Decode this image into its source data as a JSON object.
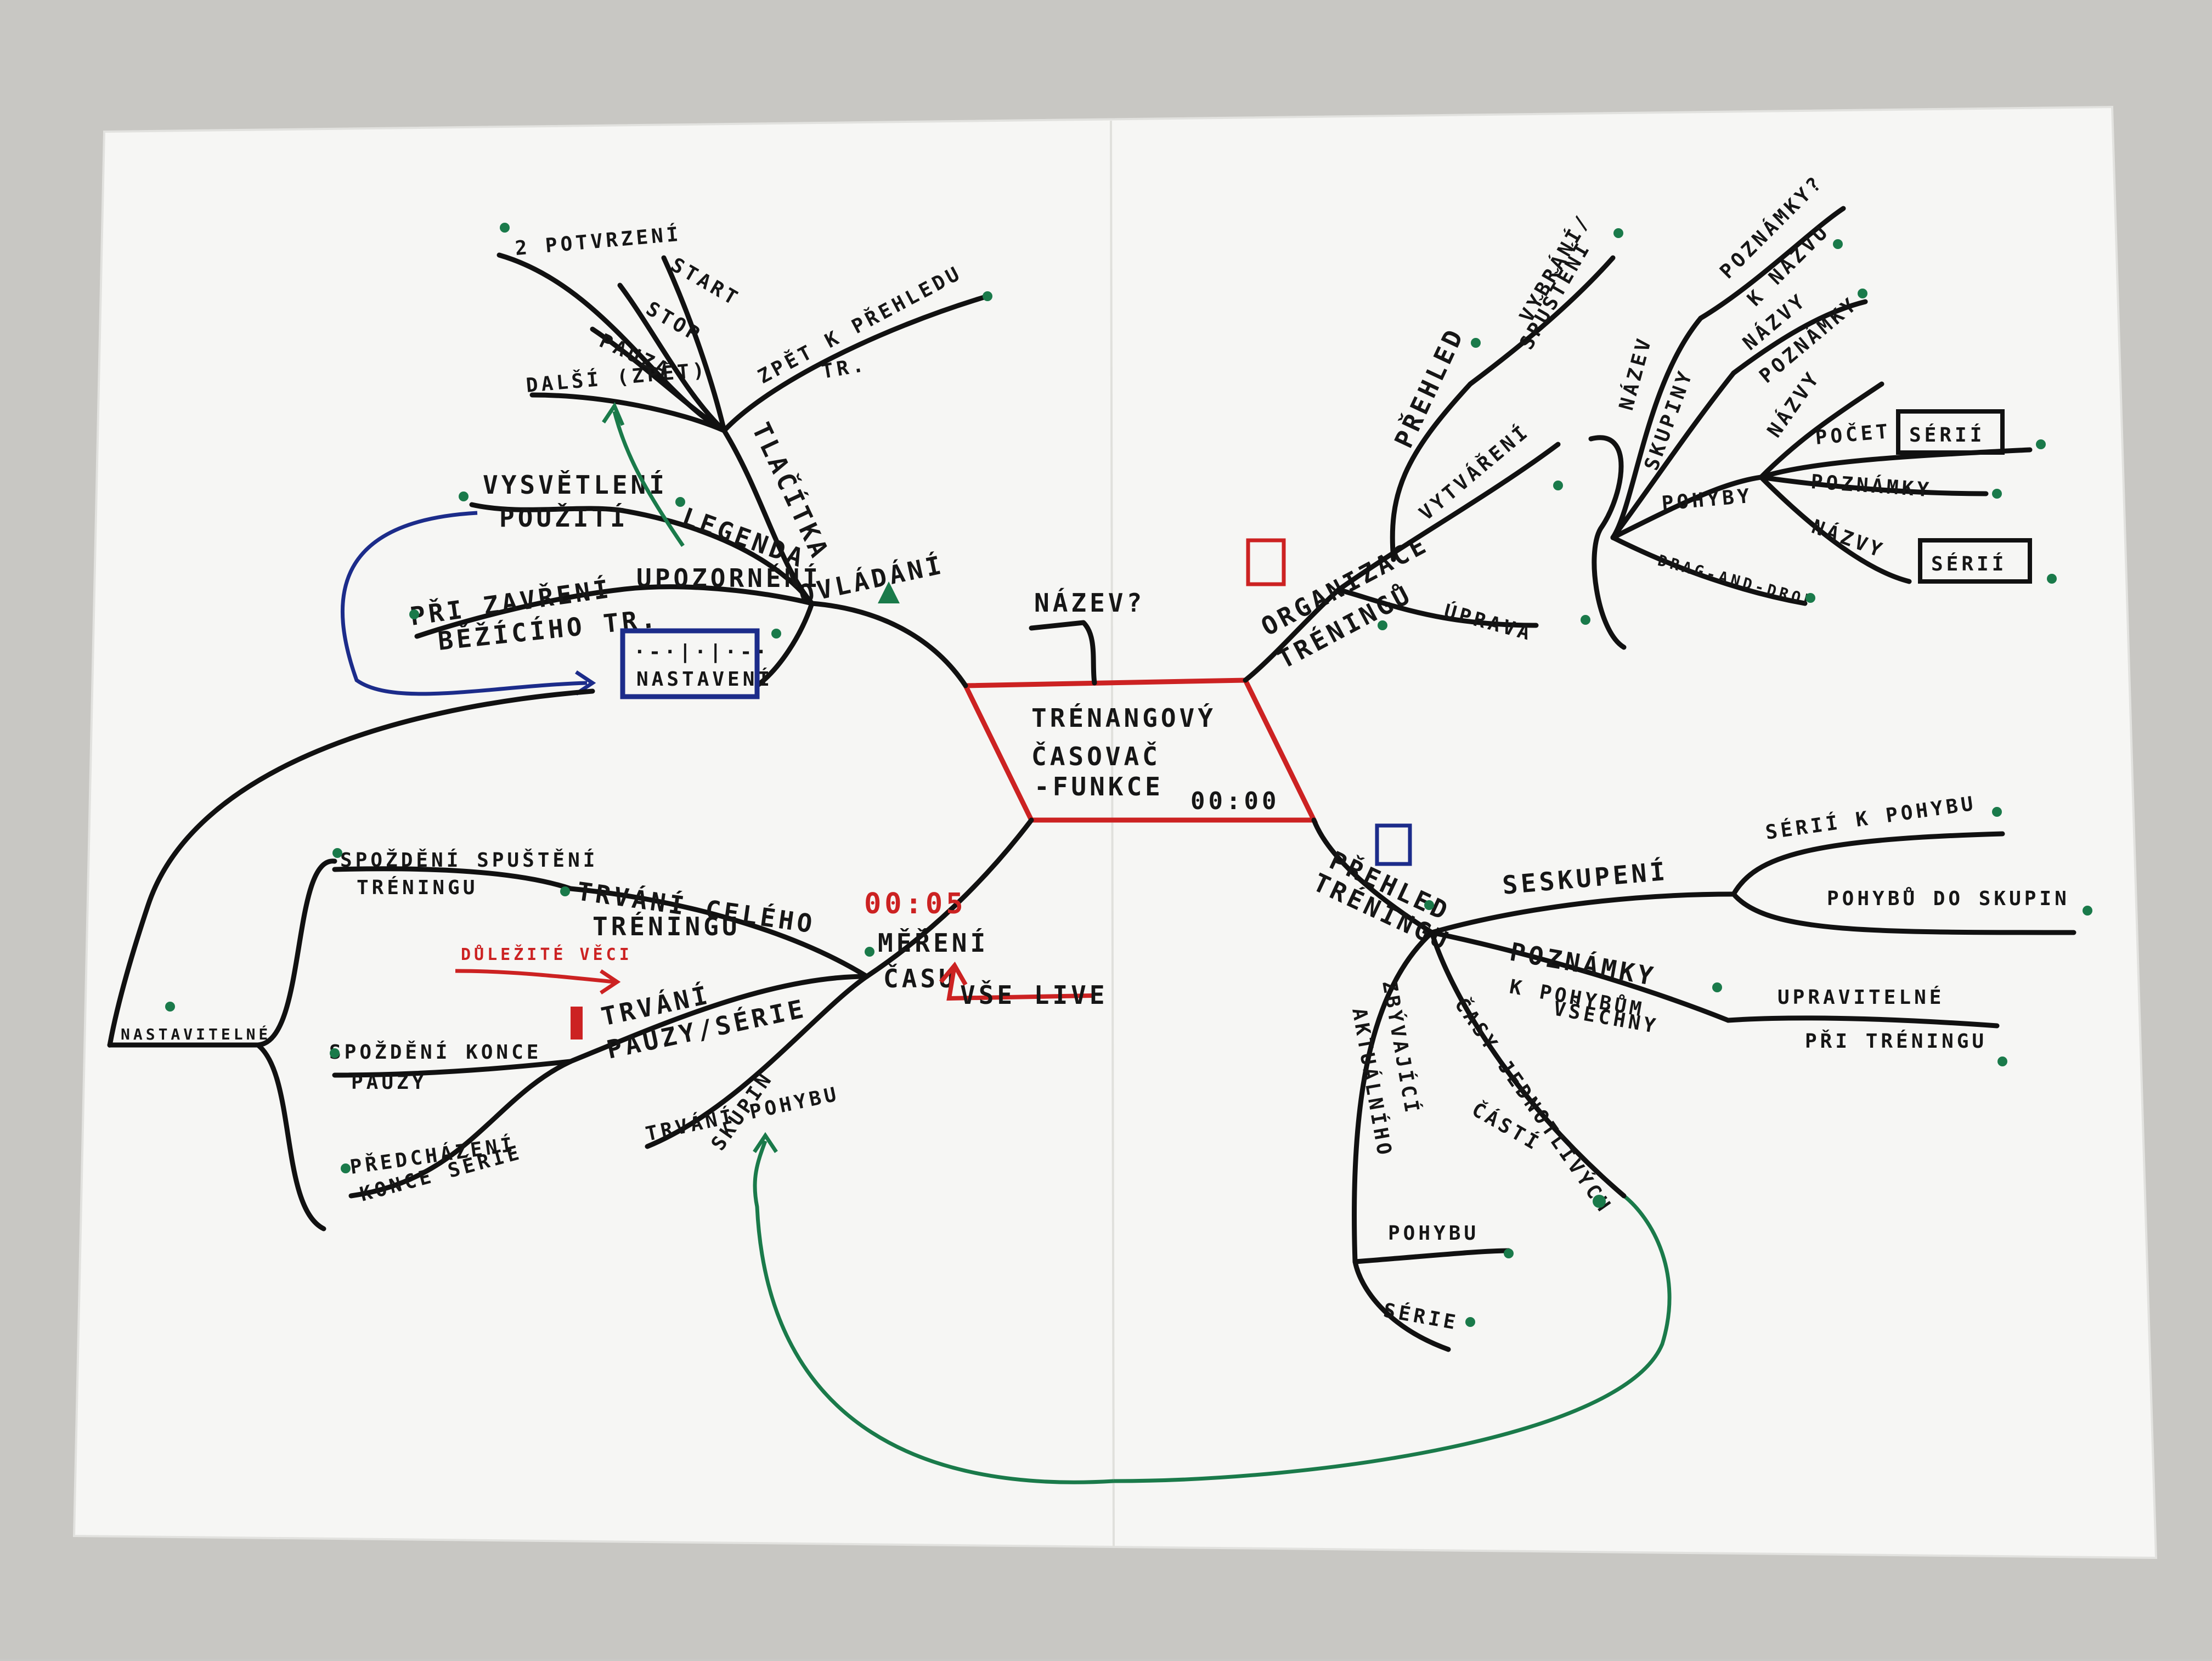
{
  "center": {
    "title_line1": "TRÉNANGOVÝ",
    "title_line2": "ČASOVAČ",
    "title_line3": "-FUNKCE",
    "clock": "00:00",
    "name_label": "NÁZEV?"
  },
  "left_top": {
    "root": "OVLÁDÁNÍ",
    "tlacitka": "TLAČÍTKA",
    "btn_confirm": "2 POTVRZENÍ",
    "btn_start": "START",
    "btn_stop": "STOP",
    "btn_pause": "PAUZA",
    "btn_next": "DALŠÍ (ZPĚT)",
    "btn_back": "ZPĚT K PŘEHLEDU",
    "btn_back2": "TR.",
    "legend": "LEGENDA",
    "explain1": "VYSVĚTLENÍ",
    "explain2": "POUŽITÍ",
    "warning": "UPOZORNĚNÍ",
    "close1": "PŘI ZAVŘENÍ",
    "close2": "BĚŽÍCÍHO TR.",
    "settings_box": "NASTAVENÍ",
    "settings_dots": "·-·|·|·-·"
  },
  "left_bottom": {
    "root1": "MĚŘENÍ",
    "root2": "ČASU",
    "time": "00:05",
    "live": "VŠE LIVE",
    "total1": "TRVÁNÍ CELÉHO",
    "total2": "TRÉNINGU",
    "delay1": "SPOŽDĚNÍ SPUŠTĚNÍ",
    "delay2": "TRÉNINGU",
    "pause1": "TRVÁNÍ",
    "pause2": "PAUZY/SÉRIE",
    "important": "DŮLEŽITÉ VĚCI",
    "group1": "TRVÁNÍ POHYBU",
    "group2": "SKUPIN",
    "pause_end1": "SPOŽDĚNÍ KONCE",
    "pause_end2": "PAUZY",
    "prev1": "PŘEDCHÁZENÍ",
    "prev2": "KONCE SÉRIE",
    "settable": "NASTAVITELNÉ"
  },
  "right_top": {
    "root1": "ORGANIZACE",
    "root2": "TRÉNINGŮ",
    "overview": "PŘEHLED",
    "select1": "VYBRÁNÍ/",
    "select2": "SPUŠTĚNÍ",
    "create": "VYTVÁŘENÍ",
    "edit": "ÚPRAVA",
    "name": "NÁZEV",
    "notes": "POZNÁMKY?",
    "to_name": "K NÁZVU",
    "groups": "SKUPINY",
    "g_names": "NÁZVY",
    "g_notes": "POZNÁMKY",
    "moves": "POHYBY",
    "m_names": "NÁZVY",
    "count": "POČET",
    "series": "SÉRIÍ",
    "m_notes": "POZNÁMKY",
    "m_names2": "NÁZVY",
    "series2": "SÉRIÍ",
    "dragdrop": "DRAG-AND-DROP"
  },
  "right_bottom": {
    "root1": "PŘEHLED",
    "root2": "TRÉNINGU",
    "grouping": "SESKUPENÍ",
    "series_move": "SÉRIÍ K POHYBU",
    "move_group": "POHYBŮ DO SKUPIN",
    "notes": "POZNÁMKY",
    "notes_sub1": "K POHYBŮM",
    "notes_sub2": "VŠECHNY",
    "editable1": "UPRAVITELNÉ",
    "editable2": "PŘI TRÉNINGU",
    "times1": "ČASY JEDNOTLIVÝCH",
    "times2": "ČÁSTÍ",
    "current1": "AKTUÁLNÍHO",
    "current2": "ZBÝVAJÍCÍ",
    "c_move": "POHYBU",
    "c_series": "SÉRIE"
  },
  "colors": {
    "ink": "#111111",
    "red": "#cc2222",
    "green": "#1a7a4a",
    "blue": "#1c2c8a",
    "paper": "#f7f7f5"
  }
}
